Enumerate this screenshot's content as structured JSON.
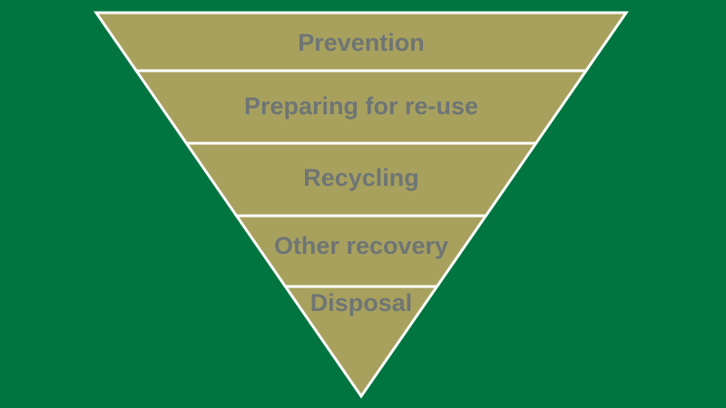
{
  "colors": {
    "background": "#007540",
    "tier_fill": "#A8A15E",
    "divider": "#FFFFFF",
    "label": "#6F7574"
  },
  "hierarchy": {
    "tiers": [
      {
        "label": "Prevention"
      },
      {
        "label": "Preparing for re-use"
      },
      {
        "label": "Recycling"
      },
      {
        "label": "Other recovery"
      },
      {
        "label": "Disposal"
      }
    ]
  }
}
